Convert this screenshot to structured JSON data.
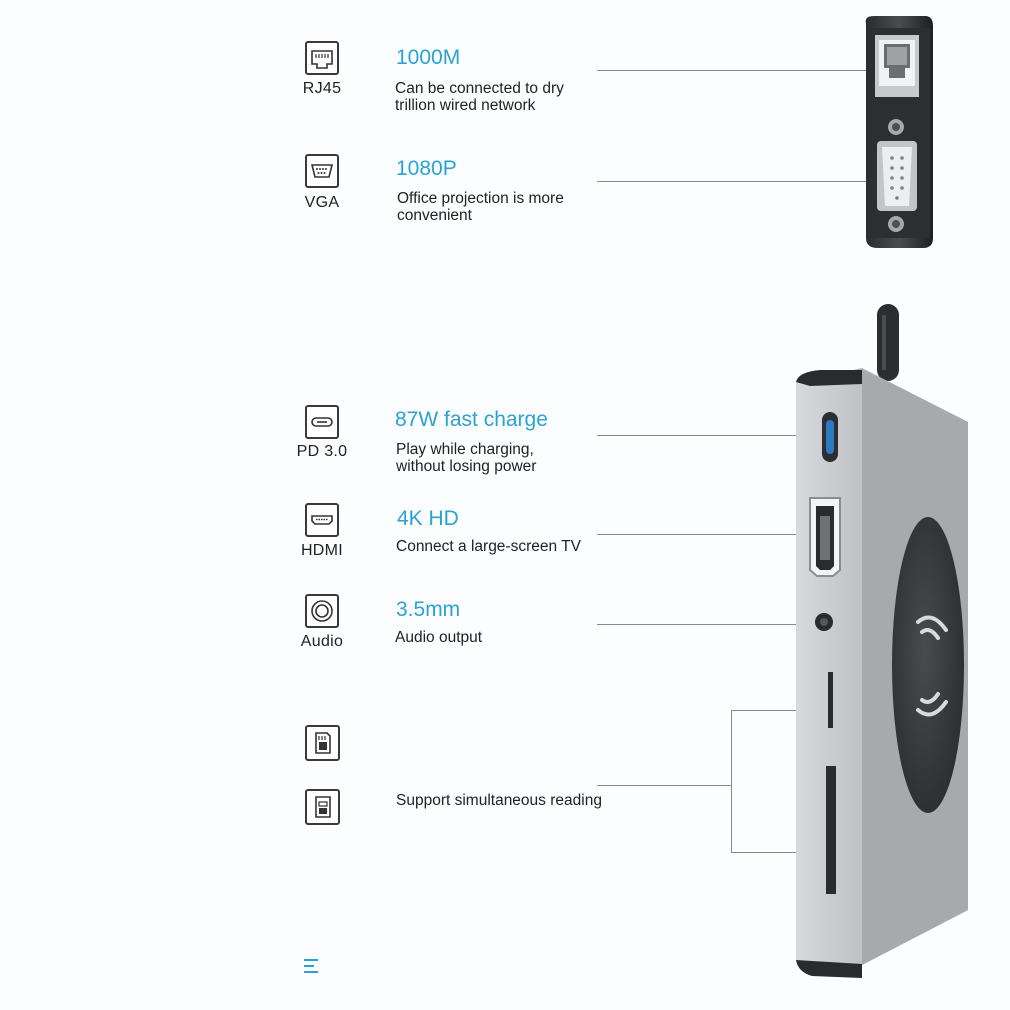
{
  "features": [
    {
      "label": "RJ45",
      "title": "1000M",
      "desc1": "Can be connected to dry",
      "desc2": "trillion wired network"
    },
    {
      "label": "VGA",
      "title": "1080P",
      "desc1": "Office projection is more",
      "desc2": "convenient"
    },
    {
      "label": "PD 3.0",
      "title": "87W fast charge",
      "desc1": "Play while charging,",
      "desc2": "without losing power"
    },
    {
      "label": "HDMI",
      "title": "4K HD",
      "desc1": "Connect a large-screen TV"
    },
    {
      "label": "Audio",
      "title": "3.5mm",
      "desc1": "Audio output"
    },
    {
      "desc1": "Support simultaneous reading"
    }
  ],
  "colors": {
    "accent": "#2aa3d2",
    "device": "#b3b5b9"
  },
  "icons": [
    "ethernet-port-icon",
    "vga-port-icon",
    "usb-c-port-icon",
    "hdmi-port-icon",
    "audio-jack-icon",
    "micro-sd-card-icon",
    "sd-card-icon",
    "menu-lines-icon"
  ]
}
